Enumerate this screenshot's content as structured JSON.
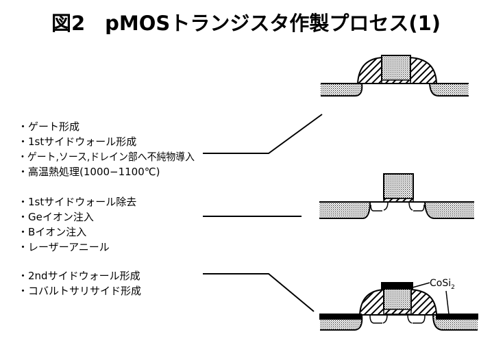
{
  "title": "図2　pMOSトランジスタ作製プロセス(1)",
  "steps": [
    {
      "items": [
        "・ゲート形成",
        "・1stサイドウォール形成",
        "・ゲート,ソース,ドレイン部へ不純物導入",
        "・高温熱処理(1000−1100℃)"
      ]
    },
    {
      "items": [
        "・1stサイドウォール除去",
        "・Geイオン注入",
        "・Bイオン注入",
        "・レーザーアニール"
      ]
    },
    {
      "items": [
        "・2ndサイドウォール形成",
        "・コバルトサリサイド形成"
      ]
    }
  ],
  "labels": {
    "cosi_main": "CoSi",
    "cosi_sub": "2"
  },
  "colors": {
    "ink": "#000000",
    "background": "#ffffff"
  }
}
